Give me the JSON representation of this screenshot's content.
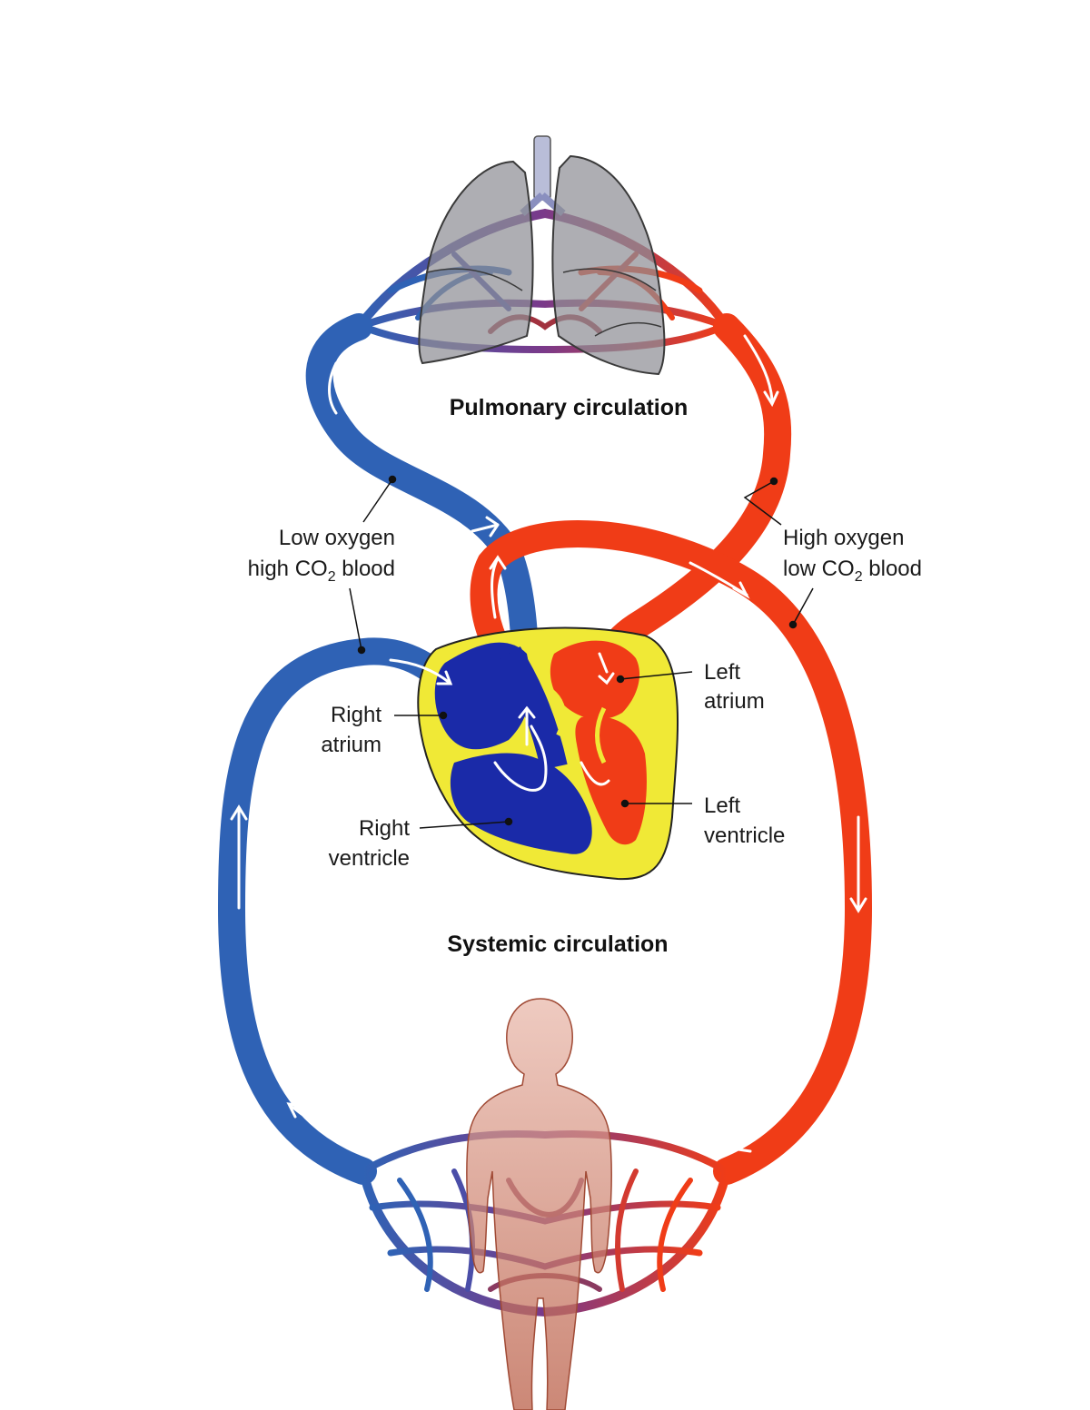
{
  "titles": {
    "pulmonary": "Pulmonary circulation",
    "systemic": "Systemic circulation"
  },
  "labels": {
    "low_oxygen": {
      "line1": "Low oxygen",
      "line2_pre": "high CO",
      "line2_sub": "2",
      "line2_post": " blood"
    },
    "high_oxygen": {
      "line1": "High oxygen",
      "line2_pre": "low CO",
      "line2_sub": "2",
      "line2_post": " blood"
    },
    "right_atrium": {
      "line1": "Right",
      "line2": "atrium"
    },
    "right_ventricle": {
      "line1": "Right",
      "line2": "ventricle"
    },
    "left_atrium": {
      "line1": "Left",
      "line2": "atrium"
    },
    "left_ventricle": {
      "line1": "Left",
      "line2": "ventricle"
    }
  },
  "colors": {
    "deoxygenated": "#2f62b5",
    "oxygenated": "#f03c17",
    "heart_outer": "#f0e936",
    "right_chambers": "#1a2aa8",
    "lungs": "#8f8f96",
    "body": "#c9735e"
  }
}
